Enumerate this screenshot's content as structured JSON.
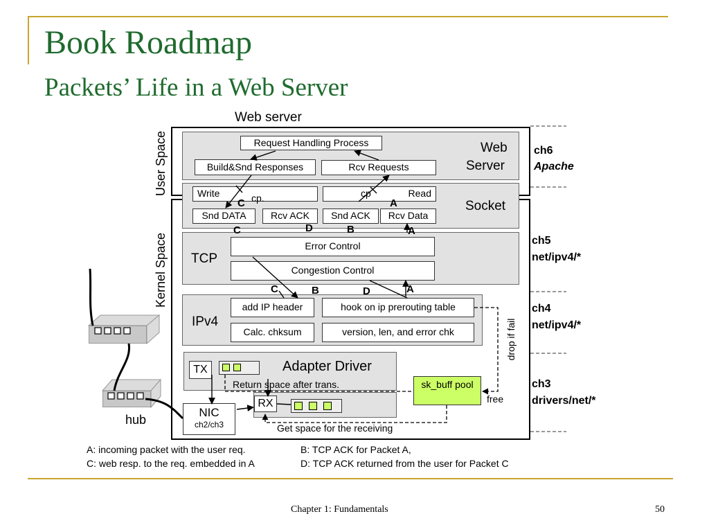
{
  "slide": {
    "title": "Book Roadmap",
    "subtitle": "Packets’ Life in a Web Server",
    "footer": "Chapter 1: Fundamentals",
    "page_number": "50"
  },
  "diagram": {
    "web_server_caption": "Web server",
    "user_space_label": "User Space",
    "kernel_space_label": "Kernel Space",
    "web_server_layer": {
      "name": "Web Server",
      "request_handling": "Request Handling Process",
      "build_send": "Build&Snd Responses",
      "rcv_requests": "Rcv Requests"
    },
    "socket_layer": {
      "name": "Socket",
      "write": "Write",
      "read": "Read",
      "cp_left": "cp.",
      "cp_right": "cp",
      "snd_data": "Snd DATA",
      "rcv_ack": "Rcv ACK",
      "snd_ack": "Snd ACK",
      "rcv_data": "Rcv Data"
    },
    "tcp_layer": {
      "name": "TCP",
      "error_control": "Error Control",
      "congestion_control": "Congestion Control"
    },
    "ipv4_layer": {
      "name": "IPv4",
      "add_ip_header": "add IP header",
      "hook": "hook on ip prerouting table",
      "calc_chksum": "Calc. chksum",
      "version_chk": "version, len, and error chk"
    },
    "driver_layer": {
      "name": "Adapter Driver",
      "tx": "TX",
      "rx": "RX",
      "nic": "NIC",
      "nic_ref": "ch2/ch3",
      "return_space": "Return space after trans.",
      "get_space": "Get space for the receiving",
      "skbuff": "sk_buff pool",
      "free": "free",
      "drop": "drop if fail"
    },
    "hub_label": "hub",
    "markers": {
      "a": "A",
      "b": "B",
      "c": "C",
      "d": "D"
    },
    "chapters": [
      {
        "id": "ch6",
        "path": "Apache"
      },
      {
        "id": "ch5",
        "path": "net/ipv4/*"
      },
      {
        "id": "ch4",
        "path": "net/ipv4/*"
      },
      {
        "id": "ch3",
        "path": "drivers/net/*"
      }
    ],
    "legend": {
      "a": "A: incoming packet with the user req.",
      "b": "B: TCP ACK for Packet A,",
      "c": "C: web resp. to the req. embedded in A",
      "d": "D: TCP ACK returned from the user for Packet C"
    },
    "colors": {
      "accent_green": "#1f6b2e",
      "rule_gold": "#c9a52e",
      "layer_gray": "#e2e2e2",
      "buffer_green": "#ccff66"
    }
  }
}
